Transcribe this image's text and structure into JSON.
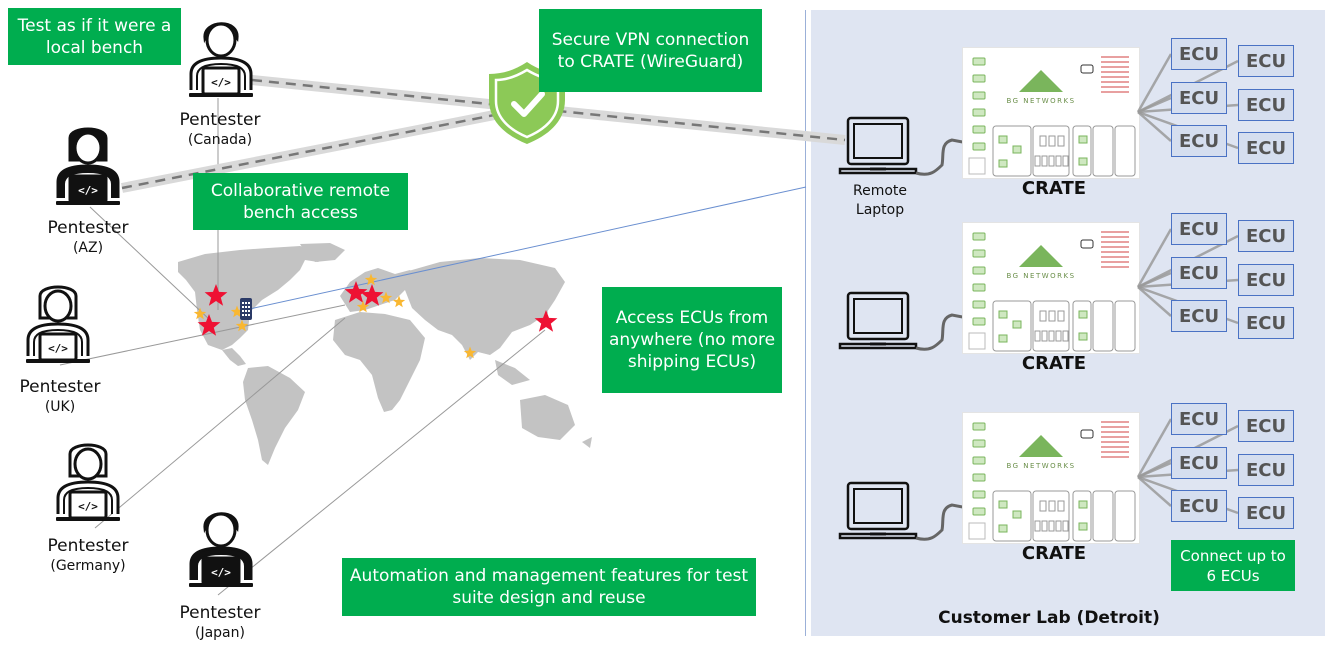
{
  "callouts": {
    "local_bench": "Test as if it were a local bench",
    "vpn": "Secure VPN connection to CRATE (WireGuard)",
    "collaborative": "Collaborative remote bench access",
    "access_ecus": "Access ECUs from anywhere (no more shipping ECUs)",
    "automation": "Automation and management features for test suite design and reuse",
    "connect_ecus": "Connect up to 6 ECUs"
  },
  "pentesters": [
    {
      "name": "Pentester",
      "location": "(Canada)",
      "style": "outline-male"
    },
    {
      "name": "Pentester",
      "location": "(AZ)",
      "style": "filled-female"
    },
    {
      "name": "Pentester",
      "location": "(UK)",
      "style": "outline-female"
    },
    {
      "name": "Pentester",
      "location": "(Germany)",
      "style": "outline-female"
    },
    {
      "name": "Pentester",
      "location": "(Japan)",
      "style": "filled-male"
    }
  ],
  "icons": {
    "shield": "shield-check-icon",
    "laptop": "laptop-icon",
    "building": "office-building-icon",
    "code": "code-icon"
  },
  "lab": {
    "title": "Customer Lab (Detroit)",
    "remote_laptop_label": "Remote Laptop",
    "crates": [
      {
        "label": "CRATE",
        "brand": "BG NETWORKS",
        "ecus": [
          "ECU",
          "ECU",
          "ECU",
          "ECU",
          "ECU",
          "ECU"
        ]
      },
      {
        "label": "CRATE",
        "brand": "BG NETWORKS",
        "ecus": [
          "ECU",
          "ECU",
          "ECU",
          "ECU",
          "ECU",
          "ECU"
        ]
      },
      {
        "label": "CRATE",
        "brand": "BG NETWORKS",
        "ecus": [
          "ECU",
          "ECU",
          "ECU",
          "ECU",
          "ECU",
          "ECU"
        ]
      }
    ]
  },
  "map": {
    "red_star_locations": [
      "Western Canada",
      "California",
      "UK",
      "Germany",
      "Japan"
    ],
    "gold_star_locations": [
      "Pacific Northwest",
      "Midwest",
      "Southeast US",
      "Scandinavia",
      "France",
      "Poland",
      "Ukraine",
      "India"
    ]
  },
  "colors": {
    "callout_green": "#00ad4f",
    "shield_green": "#8cc957",
    "lab_bg": "#dfe5f2",
    "ecu_border": "#4a72c4",
    "red_star": "#ee1133",
    "gold_star": "#f9b731",
    "map_gray": "#c3c3c3"
  }
}
